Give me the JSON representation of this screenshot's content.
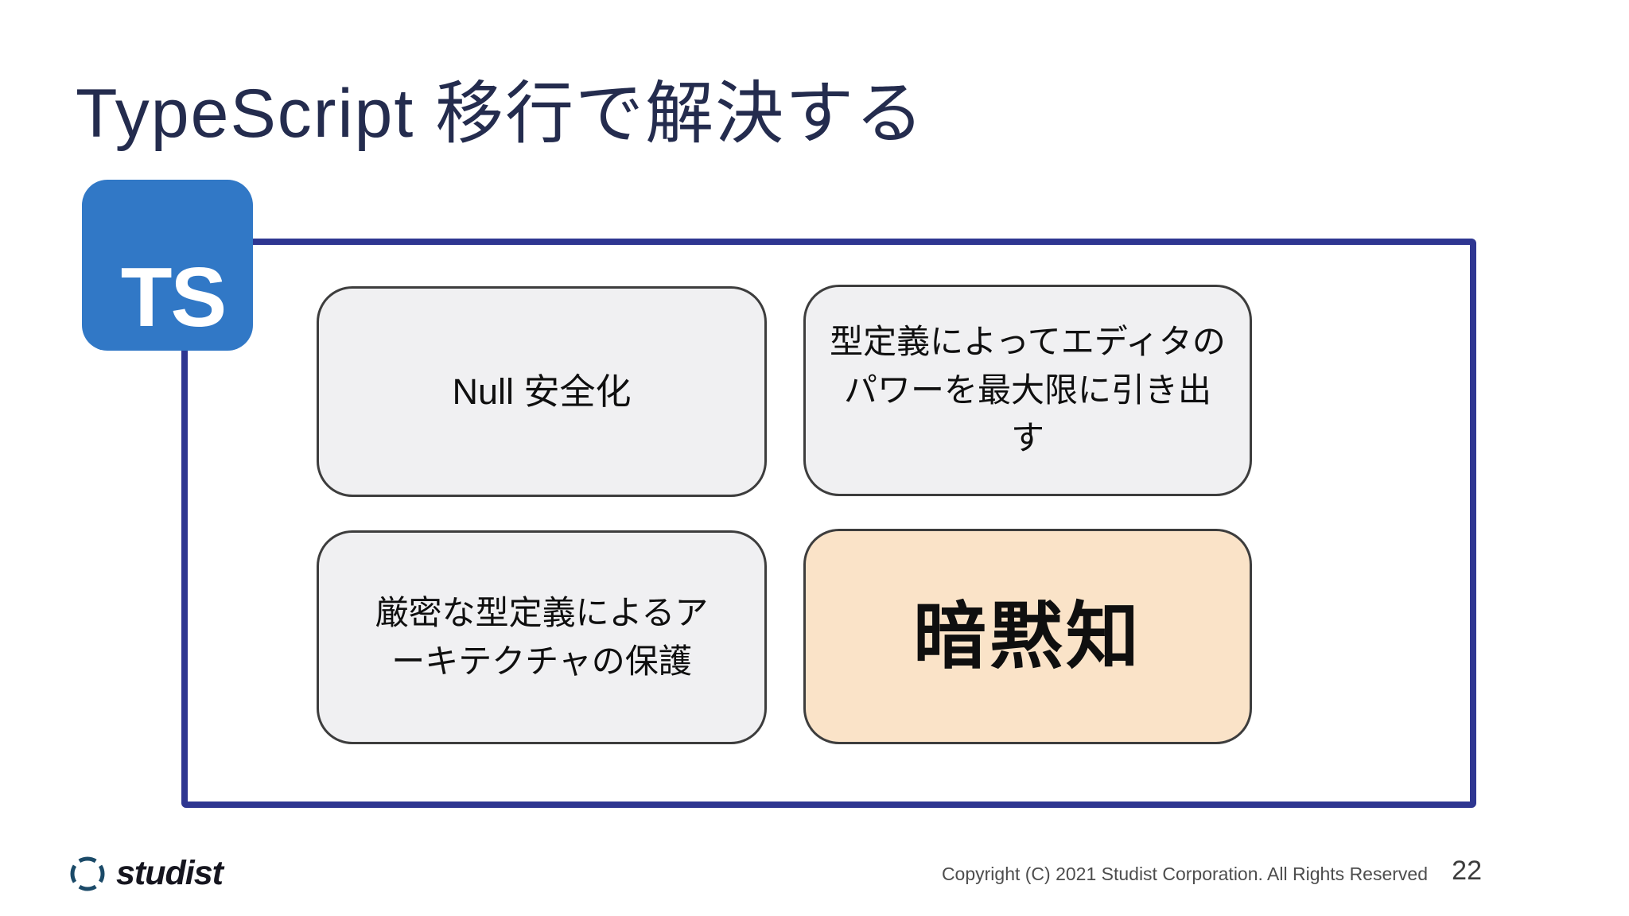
{
  "title": "TypeScript 移行で解決する",
  "ts_logo": {
    "label": "TS",
    "color": "#3178c6"
  },
  "frame": {
    "border_color": "#2e3691"
  },
  "cards": [
    {
      "id": "null-safety",
      "label": "Null 安全化",
      "bg": "#f0f0f2"
    },
    {
      "id": "editor-power",
      "label": "型定義によってエディタの\nパワーを最大限に引き出す",
      "bg": "#f0f0f2"
    },
    {
      "id": "architecture-protection",
      "label": "厳密な型定義によるア\nーキテクチャの保護",
      "bg": "#f0f0f2"
    },
    {
      "id": "tacit-knowledge",
      "label": "暗黙知",
      "bg": "#fae3c8",
      "highlighted": true
    }
  ],
  "footer": {
    "brand": "studist",
    "brand_icon_color": "#1b4a68",
    "copyright": "Copyright (C) 2021 Studist Corporation. All Rights Reserved",
    "page_number": "22"
  },
  "colors": {
    "title_text": "#242c4e",
    "card_border": "#3d3d3d",
    "card_text": "#0f0f0f"
  }
}
